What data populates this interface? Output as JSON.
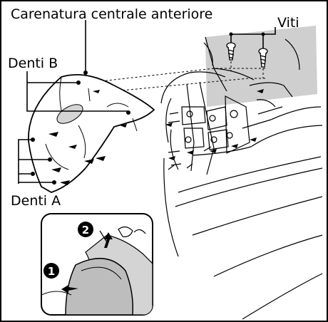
{
  "labels": {
    "front_center_cover": "Carenatura centrale anteriore",
    "screws": "Viti",
    "tabs_b": "Denti B",
    "tabs_a": "Denti A"
  },
  "steps": {
    "step_1": "1",
    "step_2": "2"
  },
  "colors": {
    "background": "#ffffff",
    "line": "#000000",
    "shade": "#d4d4d4",
    "highlight_shade": "#bfbfbf",
    "badge": "#000000",
    "badge_text": "#ffffff"
  },
  "icons": [
    "screw-icon",
    "arrow-icon",
    "tab-marker-icon"
  ]
}
